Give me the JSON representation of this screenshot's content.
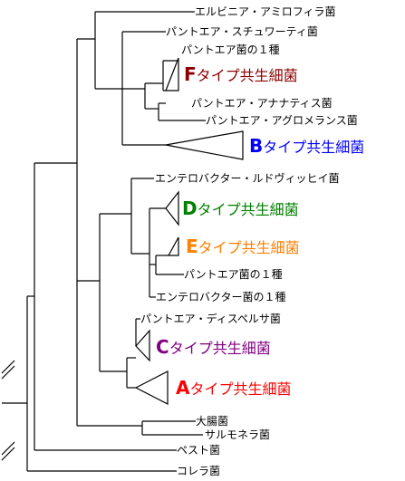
{
  "taxa": {
    "erwinia": "エルビニア・アミロフィラ菌",
    "stewartii": "パントエア・スチュワーティ菌",
    "pantoea_sp1": "パントエア菌の１種",
    "ananatis": "パントエア・アナナティス菌",
    "agglomerans": "パントエア・アグロメランス菌",
    "ludwigii": "エンテロバクター・ルドヴィッヒイ菌",
    "pantoea_sp2": "パントエア菌の１種",
    "enterobacter_sp": "エンテロバクター菌の１種",
    "dispersa": "パントエア・ディスペルサ菌",
    "ecoli": "大腸菌",
    "salmonella": "サルモネラ菌",
    "yersinia": "ペスト菌",
    "vibrio": "コレラ菌"
  },
  "clades": {
    "F": {
      "letter": "F",
      "text": "タイプ共生細菌",
      "color": "#8b0000"
    },
    "B": {
      "letter": "B",
      "text": "タイプ共生細菌",
      "color": "#0000ff"
    },
    "D": {
      "letter": "D",
      "text": "タイプ共生細菌",
      "color": "#008000"
    },
    "E": {
      "letter": "E",
      "text": "タイプ共生細菌",
      "color": "#ff7f00"
    },
    "C": {
      "letter": "C",
      "text": "タイプ共生細菌",
      "color": "#800080"
    },
    "A": {
      "letter": "A",
      "text": "タイプ共生細菌",
      "color": "#ff0000"
    }
  }
}
